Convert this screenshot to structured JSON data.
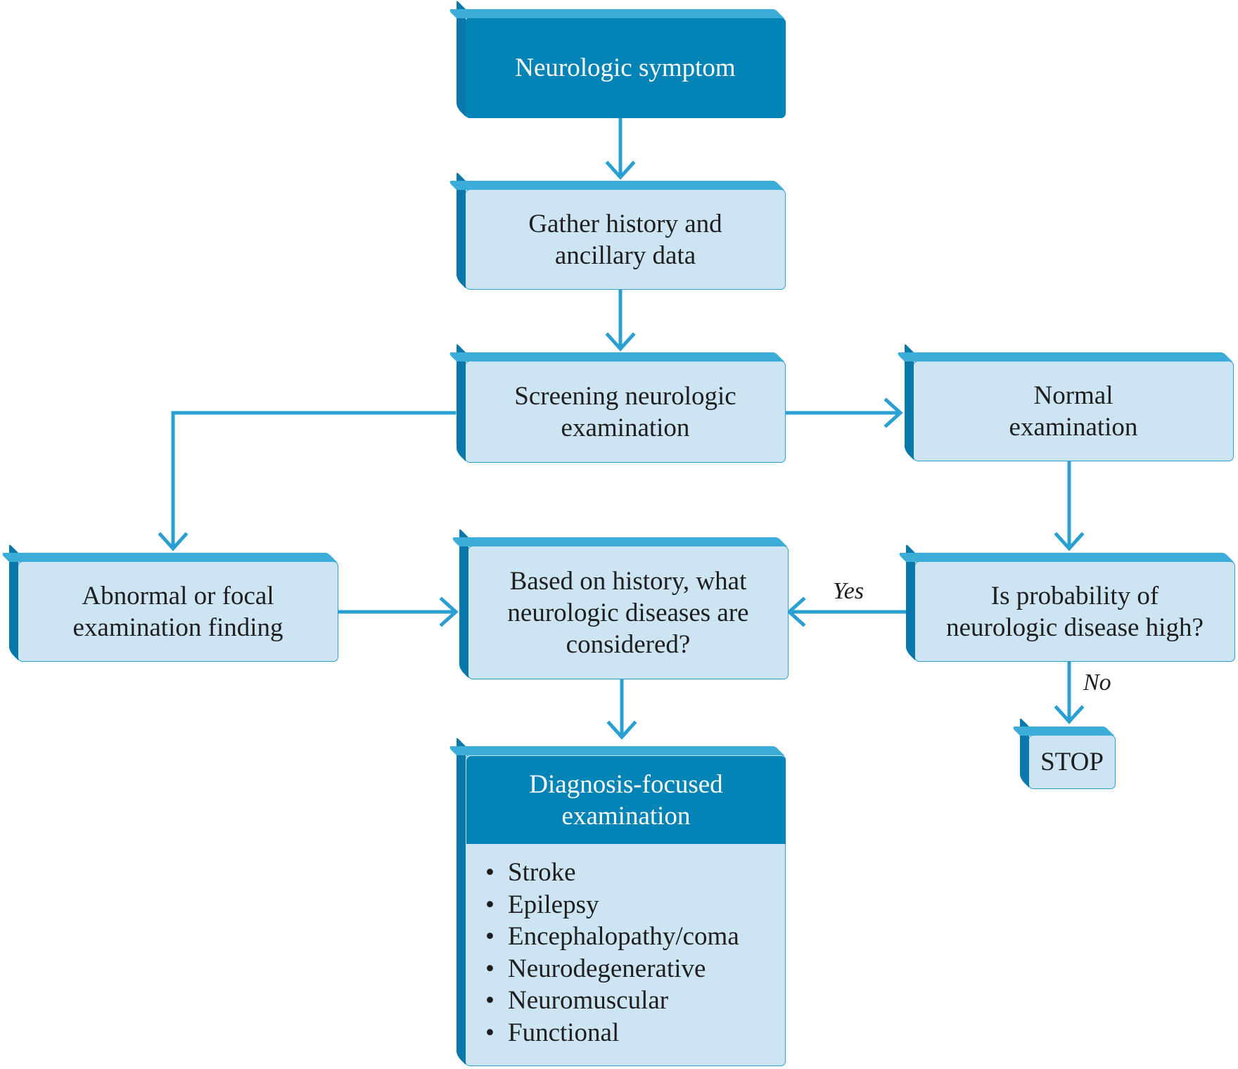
{
  "nodes": {
    "neurologic_symptom": "Neurologic symptom",
    "gather_history": "Gather history and\nancillary data",
    "screening_exam": "Screening neurologic\nexamination",
    "normal_exam": "Normal\nexamination",
    "abnormal_exam": "Abnormal or focal\nexamination finding",
    "diseases_considered": "Based on history, what\nneurologic diseases are\nconsidered?",
    "probability_high": "Is probability of\nneurologic disease high?",
    "stop": "STOP",
    "diagnosis_focused": {
      "title": "Diagnosis-focused\nexamination",
      "items": [
        "Stroke",
        "Epilepsy",
        "Encephalopathy/coma",
        "Neurodegenerative",
        "Neuromuscular",
        "Functional"
      ]
    }
  },
  "edge_labels": {
    "yes": "Yes",
    "no": "No"
  },
  "colors": {
    "dark_box": "#0284b6",
    "light_box": "#cde5f2",
    "arrow": "#2a9fd1"
  }
}
